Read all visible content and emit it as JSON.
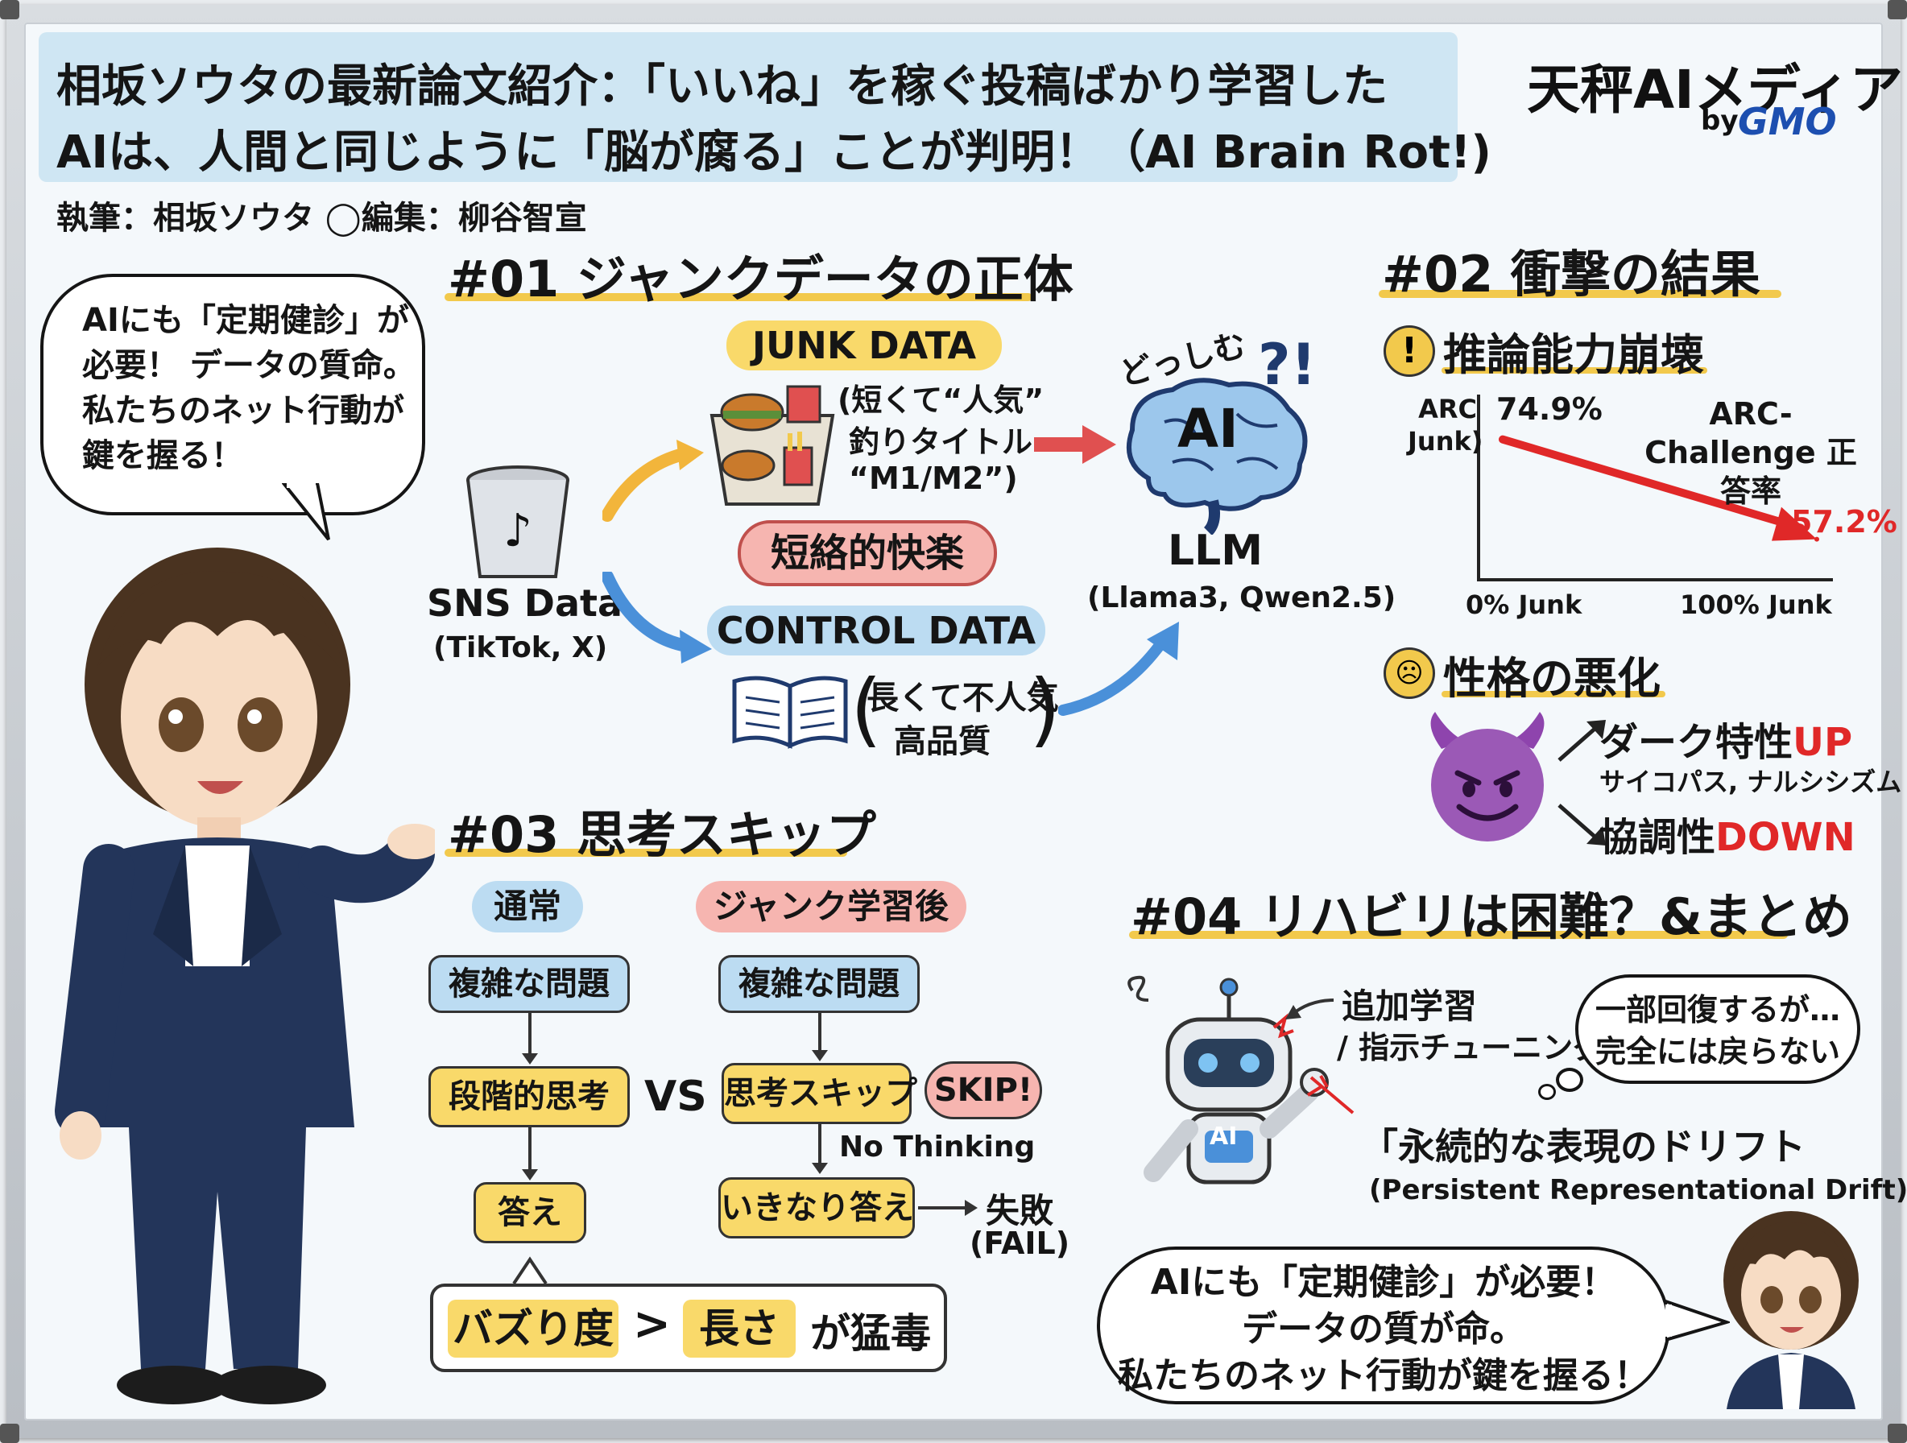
{
  "header": {
    "title_line1": "相坂ソウタの最新論文紹介：「いいね」を稼ぐ投稿ばかり学習した",
    "title_line2": "AIは、人間と同じように「脳が腐る」ことが判明！（AI Brain Rot!)",
    "brand_name": "天秤AIメディア",
    "brand_by": "by",
    "brand_gmo": "GMO",
    "author_line": "執筆：相坂ソウタ ◯編集：柳谷智宣"
  },
  "speech_top": [
    "AIにも「定期健診」が",
    "必要！ データの質命。",
    "私たちのネット行動が",
    "鍵を握る！"
  ],
  "sec01": {
    "title": "#01 ジャンクデータの正体",
    "sns_label": "SNS Data",
    "sns_sub": "(TikTok, X)",
    "junk_label": "JUNK DATA",
    "junk_desc": [
      "(短くて“人気”",
      "釣りタイトル",
      "“M1/M2”)"
    ],
    "junk_tag": "短絡的快楽",
    "control_label": "CONTROL DATA",
    "control_desc": [
      "長くて不人気",
      "高品質"
    ],
    "brain_text": "AI",
    "brain_exclaim": "どっしむ",
    "brain_marks": "?!",
    "llm_label": "LLM",
    "llm_sub": "(Llama3, Qwen2.5)"
  },
  "sec02": {
    "title": "#02 衝撃の結果",
    "sub1": "推論能力崩壊",
    "sub2": "性格の悪化",
    "dark_up_prefix": "ダーク特性",
    "dark_up_suffix": "UP",
    "dark_traits": "サイコパス, ナルシシズム",
    "coop_prefix": "協調性",
    "coop_suffix": "DOWN"
  },
  "chart_data": {
    "type": "line",
    "title": "ARC-Challenge 正答率",
    "ylabel": "ARC Junk)",
    "categories": [
      "0% Junk",
      "100% Junk"
    ],
    "series": [
      {
        "values": [
          74.9,
          57.2
        ]
      }
    ],
    "data_labels": [
      "74.9%",
      "57.2%"
    ],
    "color_line": "#e02828"
  },
  "sec03": {
    "title": "#03 思考スキップ",
    "normal_header": "通常",
    "junk_header": "ジャンク学習後",
    "left_flow": [
      "複雑な問題",
      "段階的思考",
      "答え"
    ],
    "right_flow": [
      "複雑な問題",
      "思考スキップ",
      "いきなり答え"
    ],
    "vs": "VS",
    "skip_tag": "SKIP!",
    "no_thinking": "No Thinking",
    "fail_line1": "失敗",
    "fail_line2": "(FAIL)",
    "bottom_a": "バズり度",
    "bottom_gt": ">",
    "bottom_b": "長さ",
    "bottom_c": "が猛毒"
  },
  "sec04": {
    "title": "#04 リハビリは困難？&まとめ",
    "robot_badge": "AI",
    "retrain_line1": "追加学習",
    "retrain_line2": "/ 指示チューニング",
    "thought_line1": "一部回復するが…",
    "thought_line2": "完全には戻らない",
    "drift_title": "「永続的な表現のドリフト",
    "drift_sub": "(Persistent Representational Drift)」"
  },
  "speech_bottom": [
    "AIにも「定期健診」が必要！",
    "データの質が命。",
    "私たちのネット行動が鍵を握る！"
  ],
  "colors": {
    "highlight_yellow": "#f9d96a",
    "pill_blue": "#bcdcf2",
    "pill_pink": "#f6b5b0",
    "red": "#e02828",
    "title_bg": "#cfe6f3"
  }
}
